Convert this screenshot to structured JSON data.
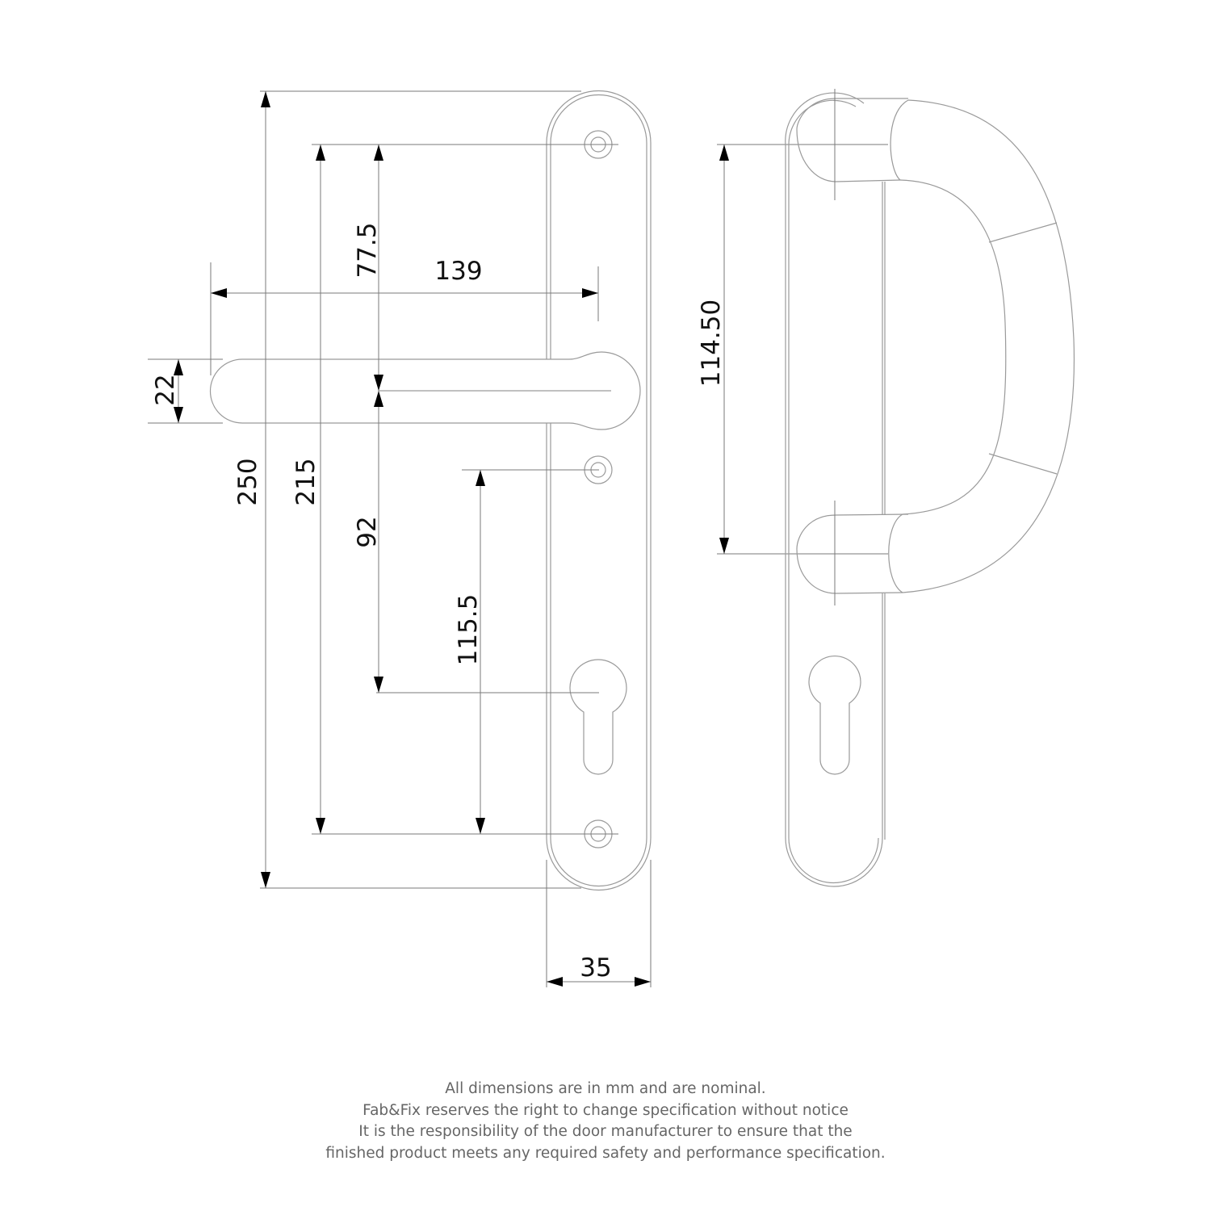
{
  "dimensions": {
    "overall_height": "250",
    "screw_centres": "215",
    "top_screw_to_lever": "77.5",
    "lever_length": "139",
    "lever_diameter": "22",
    "lever_to_cylinder": "92",
    "middle_screw_to_bottom_screw": "115.5",
    "plate_width": "35",
    "pull_handle_centres": "114.50"
  },
  "notes": [
    "All dimensions are in mm and are nominal.",
    "Fab&Fix reserves the right to change specification without notice",
    "It is the responsibility of the door manufacturer to ensure that the",
    "finished product meets any required safety and performance specification."
  ]
}
